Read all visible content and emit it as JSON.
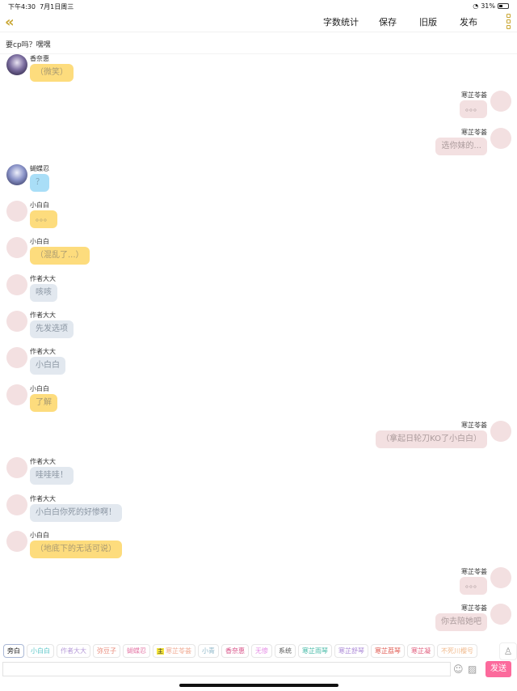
{
  "status": {
    "time": "下午4:30",
    "date": "7月1日周三",
    "battery": "31%",
    "battery_level": 0.31
  },
  "nav": {
    "back_icon": "double-chevron-left",
    "word_count": "字数统计",
    "save": "保存",
    "old_version": "旧版",
    "publish": "发布"
  },
  "topic": "要cp吗？嘿嘿",
  "messages": [
    {
      "side": "left",
      "name": "香奈惠",
      "text": "（微笑）",
      "color": "yellow",
      "avatar": "purple"
    },
    {
      "side": "right",
      "name": "寒芷苓荟",
      "text": "。。。",
      "color": "pink",
      "avatar": "pink"
    },
    {
      "side": "right",
      "name": "寒芷苓荟",
      "text": "选你妹的...",
      "color": "pink",
      "avatar": "pink"
    },
    {
      "side": "left",
      "name": "蝴蝶忍",
      "text": "？",
      "color": "blue",
      "avatar": "blue"
    },
    {
      "side": "left",
      "name": "小白白",
      "text": "。。。",
      "color": "yellow",
      "avatar": "pink"
    },
    {
      "side": "left",
      "name": "小白白",
      "text": "（混乱了...）",
      "color": "yellow",
      "avatar": "pink"
    },
    {
      "side": "left",
      "name": "作者大大",
      "text": "咳咳",
      "color": "gray",
      "avatar": "pink"
    },
    {
      "side": "left",
      "name": "作者大大",
      "text": "先发选项",
      "color": "gray",
      "avatar": "pink"
    },
    {
      "side": "left",
      "name": "作者大大",
      "text": "小白白",
      "color": "gray",
      "avatar": "pink"
    },
    {
      "side": "left",
      "name": "小白白",
      "text": "了解",
      "color": "yellow",
      "avatar": "pink"
    },
    {
      "side": "right",
      "name": "寒芷苓荟",
      "text": "（拿起日轮刀KO了小白白）",
      "color": "pink",
      "avatar": "pink"
    },
    {
      "side": "left",
      "name": "作者大大",
      "text": "哇哇哇！",
      "color": "gray",
      "avatar": "pink"
    },
    {
      "side": "left",
      "name": "作者大大",
      "text": "小白白你死的好惨啊！",
      "color": "gray",
      "avatar": "pink"
    },
    {
      "side": "left",
      "name": "小白白",
      "text": "（地底下的无话可说）",
      "color": "yellow",
      "avatar": "pink"
    },
    {
      "side": "right",
      "name": "寒芷苓荟",
      "text": "。。。",
      "color": "pink",
      "avatar": "pink"
    },
    {
      "side": "right",
      "name": "寒芷苓荟",
      "text": "你去陪她吧",
      "color": "pink",
      "avatar": "pink"
    }
  ],
  "characters": [
    {
      "label": "旁白",
      "color": "#222222",
      "selected": true
    },
    {
      "label": "小白白",
      "color": "#5cc7c9"
    },
    {
      "label": "作者大大",
      "color": "#b69ad8"
    },
    {
      "label": "弥豆子",
      "color": "#e98a7a"
    },
    {
      "label": "蝴蝶忍",
      "color": "#e57aa8"
    },
    {
      "label": "寒芷苓荟",
      "color": "#f0a890",
      "badge": "主"
    },
    {
      "label": "小青",
      "color": "#8fb7c9"
    },
    {
      "label": "香奈惠",
      "color": "#d9548a"
    },
    {
      "label": "无惨",
      "color": "#e68fe6"
    },
    {
      "label": "系统",
      "color": "#555555"
    },
    {
      "label": "寒芷雨琴",
      "color": "#43b9a6"
    },
    {
      "label": "寒芷舒琴",
      "color": "#a985d6"
    },
    {
      "label": "寒芷荔琴",
      "color": "#e0584f"
    },
    {
      "label": "寒芷凝",
      "color": "#e05a7a"
    },
    {
      "label": "不死川樱号",
      "color": "#f0b88a"
    }
  ],
  "composer": {
    "placeholder": "",
    "send": "发送"
  }
}
